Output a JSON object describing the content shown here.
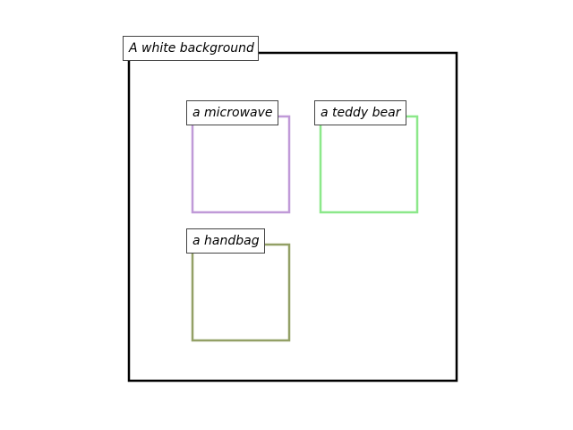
{
  "scene": {
    "label": "A white background",
    "border_color": "#000000"
  },
  "objects": [
    {
      "label": "a microwave",
      "color": "#c09ad8"
    },
    {
      "label": "a teddy bear",
      "color": "#8ce88a"
    },
    {
      "label": "a handbag",
      "color": "#93a066"
    }
  ]
}
